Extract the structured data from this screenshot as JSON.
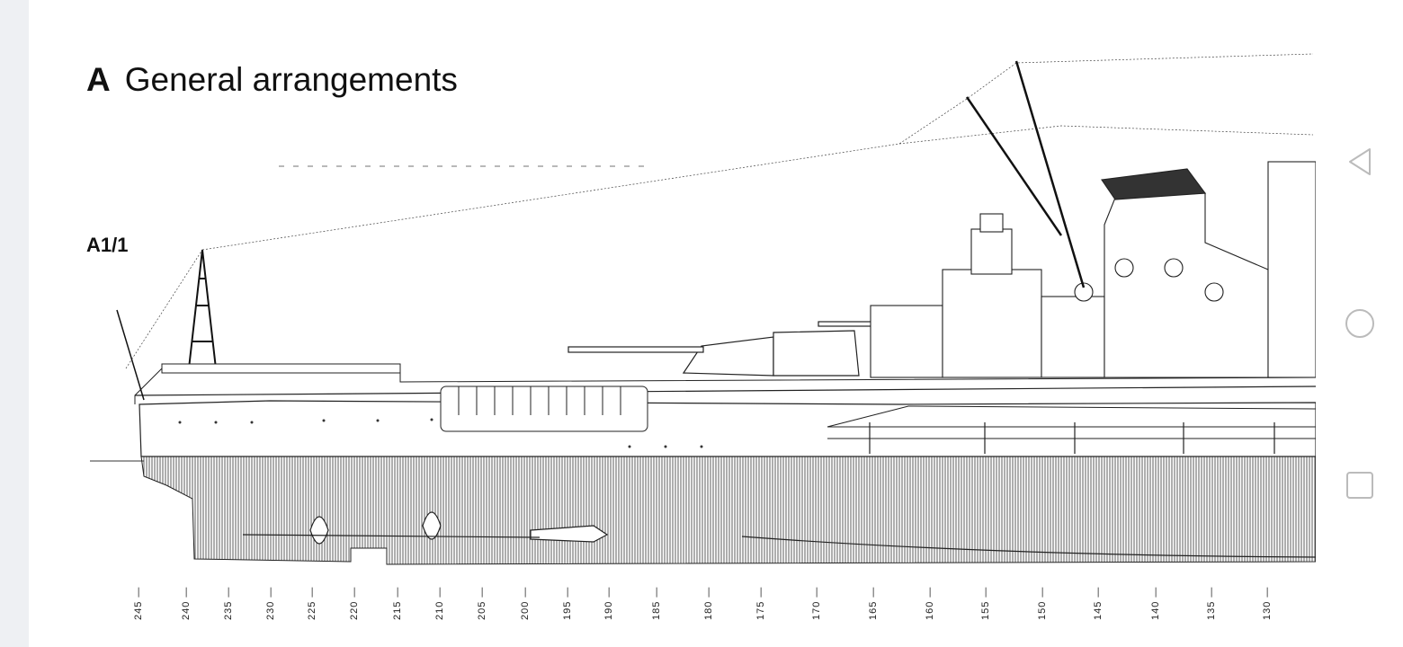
{
  "document": {
    "section_letter": "A",
    "section_title": "General arrangements",
    "figure_label": "A1/1",
    "frame_numbers": [
      "245",
      "240",
      "235",
      "230",
      "225",
      "220",
      "215",
      "210",
      "205",
      "200",
      "195",
      "190",
      "185",
      "180",
      "175",
      "170",
      "165",
      "160",
      "155",
      "150",
      "145",
      "140",
      "135",
      "130"
    ]
  },
  "nav_bar": {
    "buttons": [
      "back",
      "home",
      "recents"
    ]
  }
}
